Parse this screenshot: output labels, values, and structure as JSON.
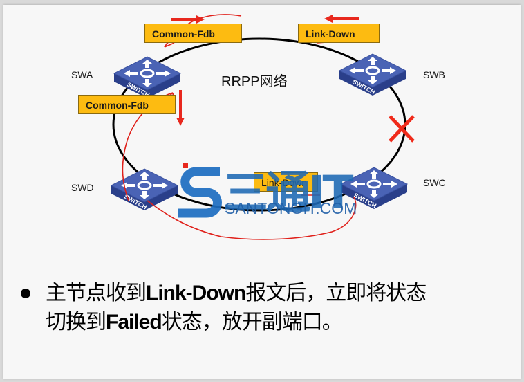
{
  "diagram": {
    "network_title": "RRPP网络",
    "nodes": [
      {
        "id": "SWA",
        "label": "SWA",
        "device_text": "SWITCH"
      },
      {
        "id": "SWB",
        "label": "SWB",
        "device_text": "SWITCH"
      },
      {
        "id": "SWC",
        "label": "SWC",
        "device_text": "SWITCH"
      },
      {
        "id": "SWD",
        "label": "SWD",
        "device_text": "SWITCH"
      }
    ],
    "packets": [
      {
        "label": "Common-Fdb",
        "location": "top-left, between SWA and SWB"
      },
      {
        "label": "Link-Down",
        "location": "top-right, near SWB"
      },
      {
        "label": "Common-Fdb",
        "location": "below SWA"
      },
      {
        "label": "Link-Down",
        "location": "between SWD and SWC (partially covered by watermark)"
      }
    ],
    "link_failure": {
      "between": [
        "SWB",
        "SWC"
      ],
      "marker": "red-x-icon"
    },
    "colors": {
      "packet_fill": "#fdbb11",
      "switch_blue": "#3d56a6",
      "arrow_red": "#e8281e",
      "ring_line": "#000000"
    }
  },
  "watermark": {
    "text_cn": "三通IT",
    "text_en": "SANTONGIT.COM"
  },
  "bullet": {
    "line1_pre": "主节点收到",
    "line1_bold": "Link-Down",
    "line1_post": "报文后，立即将状态",
    "line2_pre": "切换到",
    "line2_bold": "Failed",
    "line2_post": "状态，放开副端口。"
  }
}
